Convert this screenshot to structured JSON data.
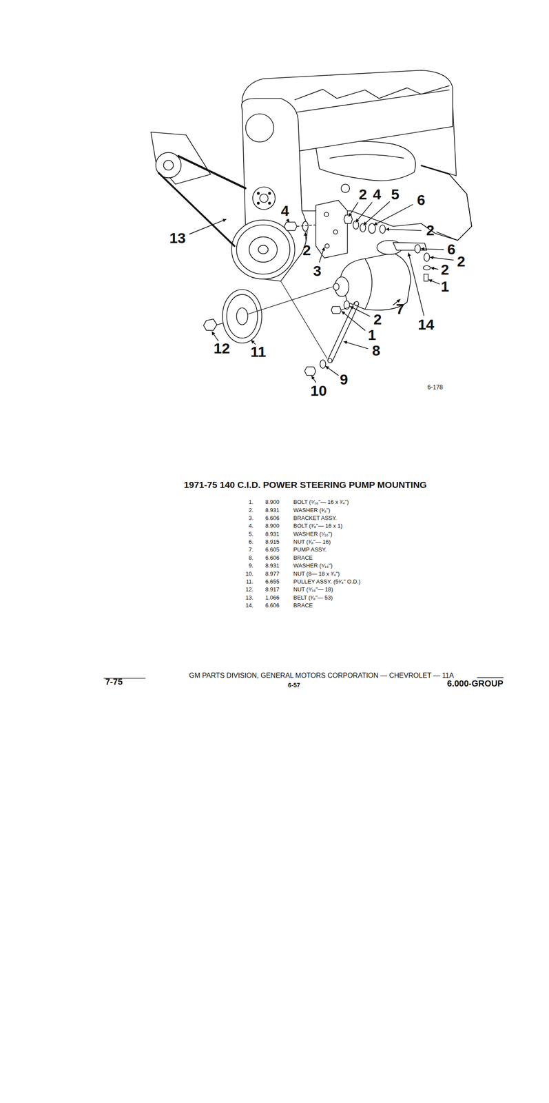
{
  "diagram": {
    "title": "1971-75 140 C.I.D. POWER STEERING PUMP MOUNTING",
    "labels": [
      "2",
      "4",
      "5",
      "6",
      "2",
      "13",
      "4",
      "2",
      "3",
      "6",
      "2",
      "2",
      "1",
      "14",
      "7",
      "2",
      "1",
      "8",
      "9",
      "10",
      "12",
      "11",
      "6-178",
      "1.",
      "8.900",
      "BOLT (⁵⁄₁₆\"— 16 x ³⁄₄\")",
      "2.",
      "8.931",
      "WASHER (³⁄₈\")",
      "3.",
      "6.606",
      "BRACKET ASSY.",
      "4.",
      "8.900",
      "BOLT (³⁄₈\"— 16 x 1)",
      "5.",
      "8.931",
      "WASHER (⁷⁄₁₆\")",
      "6.",
      "8.915",
      "NUT (³⁄₈\"— 16)",
      "7.",
      "6.605",
      "PUMP ASSY.",
      "8.",
      "6.606",
      "BRACE",
      "9.",
      "8.931",
      "WASHER (⁵⁄₁₆\")",
      "10.",
      "8.977",
      "NUT (8— 18 x ³⁄₄\")",
      "11.",
      "6.655",
      "PULLEY ASSY. (5³⁄₄\" O.D.)",
      "12.",
      "8.917",
      "NUT (⁹⁄₁₆\"— 18)",
      "13.",
      "1.066",
      "BELT (³⁄₈\"— 53)",
      "14.",
      "6.606",
      "BRACE",
      "7-75",
      "GM PARTS DIVISION, GENERAL MOTORS CORPORATION — CHEVROLET — 11A",
      "6-57",
      "6.000-GROUP"
    ]
  }
}
